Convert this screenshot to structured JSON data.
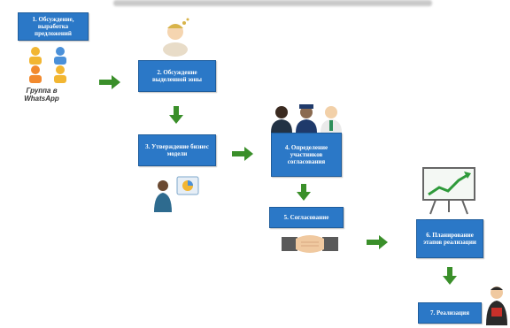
{
  "steps": [
    {
      "label": "1. Обсуждение, выработка предложений"
    },
    {
      "label": "2. Обсуждение выделенной зоны"
    },
    {
      "label": "3. Утверждение бизнес модели"
    },
    {
      "label": "4. Определение участников согласования"
    },
    {
      "label": "5. Согласование"
    },
    {
      "label": "6. Планирование этапов реализации"
    },
    {
      "label": "7. Реализация"
    }
  ],
  "group_caption": "Группа в WhatsApp",
  "icons": [
    "group-people-icon",
    "thinking-person-icon",
    "presenter-chart-icon",
    "officials-icon",
    "handshake-icon",
    "growth-chart-icon",
    "businessman-icon"
  ],
  "colors": {
    "box": "#2b78c7",
    "arrow": "#3a8f2a"
  }
}
